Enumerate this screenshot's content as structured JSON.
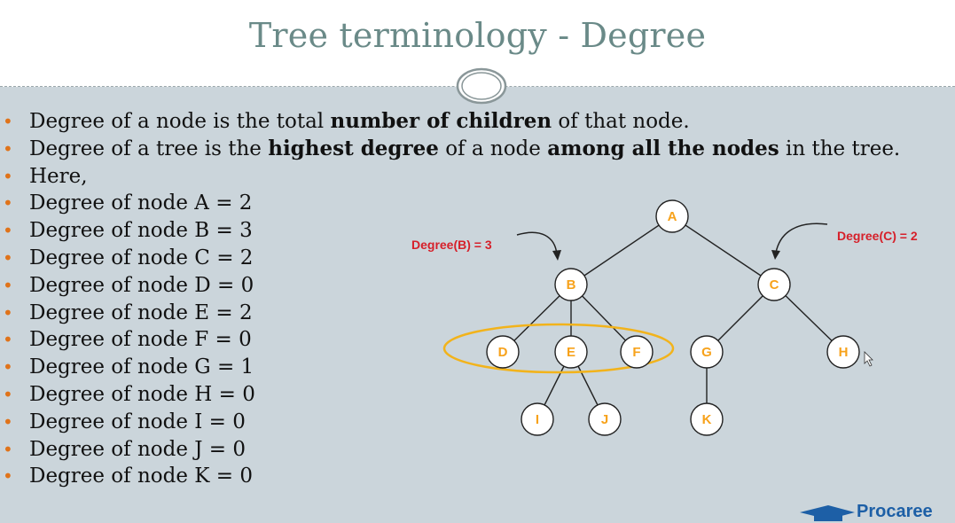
{
  "slide": {
    "title": "Tree terminology - Degree"
  },
  "bullets": [
    {
      "parts": [
        [
          "Degree of a node is the total ",
          false
        ],
        [
          "number of children",
          true
        ],
        [
          " of that node.",
          false
        ]
      ]
    },
    {
      "parts": [
        [
          "Degree of a tree is the ",
          false
        ],
        [
          "highest degree",
          true
        ],
        [
          " of a node ",
          false
        ],
        [
          "among all the nodes",
          true
        ],
        [
          " in the tree.",
          false
        ]
      ]
    },
    {
      "parts": [
        [
          "Here,",
          false
        ]
      ]
    },
    {
      "parts": [
        [
          "Degree of node A = 2",
          false
        ]
      ]
    },
    {
      "parts": [
        [
          "Degree of node B = 3",
          false
        ]
      ]
    },
    {
      "parts": [
        [
          "Degree of node C = 2",
          false
        ]
      ]
    },
    {
      "parts": [
        [
          "Degree of node D = 0",
          false
        ]
      ]
    },
    {
      "parts": [
        [
          "Degree of node E = 2",
          false
        ]
      ]
    },
    {
      "parts": [
        [
          "Degree of node F = 0",
          false
        ]
      ]
    },
    {
      "parts": [
        [
          "Degree of node G = 1",
          false
        ]
      ]
    },
    {
      "parts": [
        [
          "Degree of node H = 0",
          false
        ]
      ]
    },
    {
      "parts": [
        [
          "Degree of node I = 0",
          false
        ]
      ]
    },
    {
      "parts": [
        [
          "Degree of node J = 0",
          false
        ]
      ]
    },
    {
      "parts": [
        [
          "Degree of node K = 0",
          false
        ]
      ]
    }
  ],
  "tree": {
    "nodes": [
      "A",
      "B",
      "C",
      "D",
      "E",
      "F",
      "G",
      "H",
      "I",
      "J",
      "K"
    ],
    "edges": [
      [
        "A",
        "B"
      ],
      [
        "A",
        "C"
      ],
      [
        "B",
        "D"
      ],
      [
        "B",
        "E"
      ],
      [
        "B",
        "F"
      ],
      [
        "C",
        "G"
      ],
      [
        "C",
        "H"
      ],
      [
        "E",
        "I"
      ],
      [
        "E",
        "J"
      ],
      [
        "G",
        "K"
      ]
    ],
    "highlighted_group": [
      "D",
      "E",
      "F"
    ],
    "annotations": {
      "degree_b": "Degree(B) = 3",
      "degree_c": "Degree(C) = 2"
    }
  },
  "brand": {
    "name": "Procaree"
  },
  "colors": {
    "title": "#6a8a88",
    "background": "#cbd5db",
    "bullet": "#e0731a",
    "node_label": "#f7a21b",
    "annotation": "#d6202a",
    "highlight_ellipse": "#f2b31b",
    "brand": "#1d5fa6"
  }
}
